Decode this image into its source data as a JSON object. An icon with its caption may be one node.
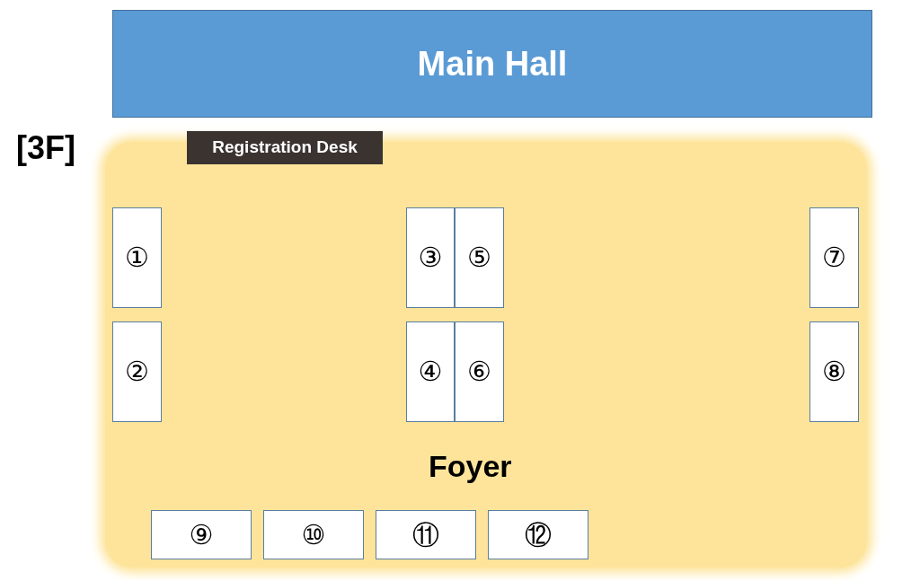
{
  "diagram": {
    "nodes": [
      {
        "text": [
          "Main Hall"
        ]
      },
      {
        "text": [
          "Foyer"
        ]
      },
      {
        "text": [
          "Registration Desk"
        ]
      },
      {
        "text": [
          "①"
        ],
        "in": 1
      },
      {
        "text": [
          "②"
        ],
        "in": 1
      },
      {
        "text": [
          "③"
        ],
        "in": 1
      },
      {
        "text": [
          "④"
        ],
        "in": 1
      },
      {
        "text": [
          "⑤"
        ],
        "in": 1
      },
      {
        "text": [
          "⑥"
        ],
        "in": 1
      },
      {
        "text": [
          "⑦"
        ],
        "in": 1
      },
      {
        "text": [
          "⑧"
        ],
        "in": 1
      },
      {
        "text": [
          "⑨"
        ],
        "in": 1
      },
      {
        "text": [
          "⑩"
        ],
        "in": 1
      },
      {
        "text": [
          "⑪"
        ],
        "in": 1
      },
      {
        "text": [
          "⑫"
        ],
        "in": 1
      }
    ],
    "labels": [
      "[3F]"
    ]
  }
}
